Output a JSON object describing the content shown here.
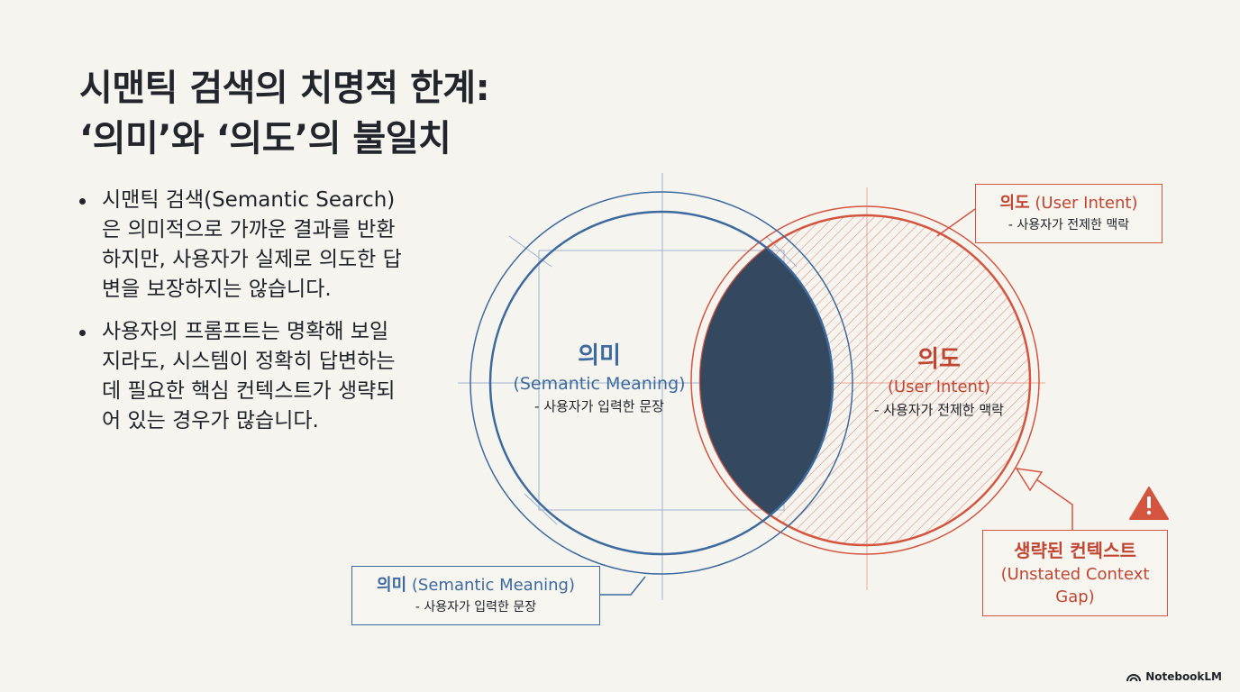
{
  "title": {
    "line1": "시맨틱 검색의 치명적 한계:",
    "line2": "‘의미’와 ‘의도’의 불일치"
  },
  "bullets": [
    "시맨틱 검색(Semantic Search)은 의미적으로 가까운 결과를 반환하지만, 사용자가 실제로 의도한 답변을 보장하지는 않습니다.",
    "사용자의 프롬프트는 명확해 보일지라도, 시스템이 정확히 답변하는 데 필요한 핵심 컨텍스트가 생략되어 있는 경우가 많습니다."
  ],
  "venn": {
    "left": {
      "title": "의미",
      "subtitle": "(Semantic Meaning)",
      "desc": "- 사용자가 입력한 문장",
      "color": "#3d6a9e"
    },
    "right": {
      "title": "의도",
      "subtitle": "(User Intent)",
      "desc": "- 사용자가 전제한 맥락",
      "color": "#d4553f"
    },
    "overlap_color": "#34495f"
  },
  "callouts": {
    "intent": {
      "title": "의도",
      "subtitle": "(User Intent)",
      "desc": "- 사용자가 전제한 맥락"
    },
    "meaning": {
      "title": "의미",
      "subtitle": "(Semantic Meaning)",
      "desc": "- 사용자가 입력한 문장"
    },
    "gap": {
      "title": "생략된 컨텍스트",
      "subtitle": "(Unstated Context Gap)",
      "icon": "warning-icon"
    }
  },
  "brand": {
    "name": "NotebookLM",
    "icon": "notebooklm-logo-icon"
  }
}
